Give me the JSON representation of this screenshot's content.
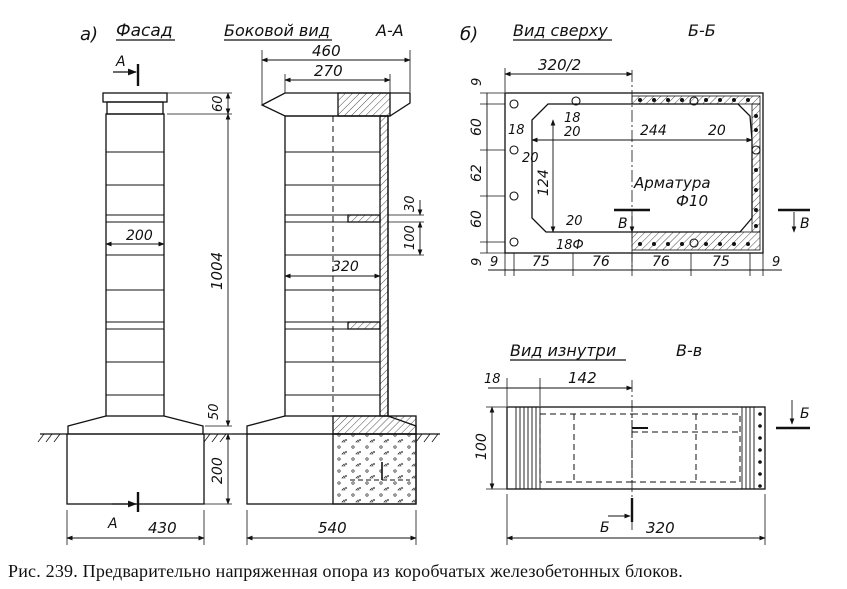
{
  "panels": {
    "a": {
      "letter": "а)",
      "facade": "Фасад",
      "side": "Боковой вид",
      "section": "А-А"
    },
    "b": {
      "letter": "б)",
      "top": "Вид сверху",
      "section": "Б-Б"
    },
    "c": {
      "inside": "Вид изнутри",
      "section": "В-в"
    }
  },
  "labels": {
    "cut_A": "А",
    "cut_B": "Б",
    "cut_V": "В",
    "armatura": "Арматура",
    "armatura_dia": "Ф10"
  },
  "dims": {
    "facade": {
      "d200": "200",
      "d430": "430",
      "d1004": "1004",
      "d60": "60",
      "d50": "50",
      "d200b": "200"
    },
    "side": {
      "d460": "460",
      "d270": "270",
      "d320": "320",
      "d540": "540",
      "d30": "30",
      "d100": "100"
    },
    "top": {
      "d320_2": "320/2",
      "d244": "244",
      "d124": "124",
      "d9a": "9",
      "d60a": "60",
      "d62": "62",
      "d60b": "60",
      "d9b": "9",
      "d18a": "18",
      "d18b": "18",
      "d20a": "20",
      "d20b": "20",
      "d20c": "20",
      "d20d": "20",
      "d18phi": "18Ф",
      "b9a": "9",
      "b75a": "75",
      "b76a": "76",
      "b76b": "76",
      "b75b": "75",
      "b9b": "9"
    },
    "inside": {
      "d18": "18",
      "d142": "142",
      "d100": "100",
      "d320": "320"
    }
  },
  "caption": "Рис. 239. Предварительно напряженная опора из коробчатых железобетонных блоков."
}
